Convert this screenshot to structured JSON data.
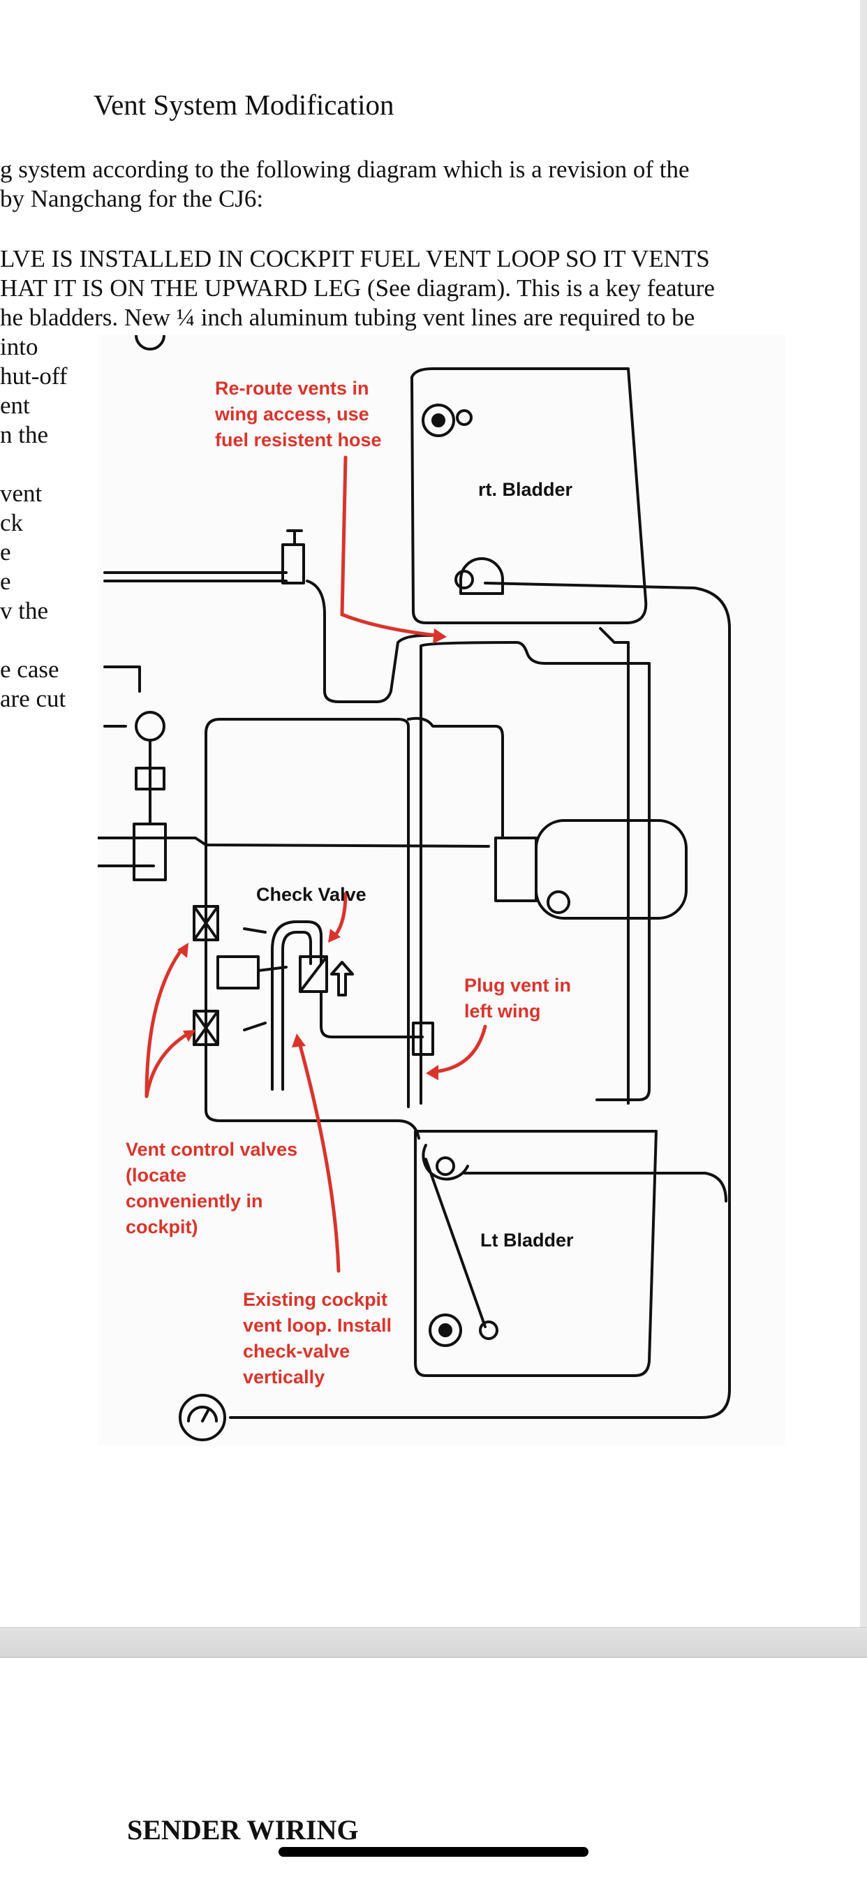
{
  "document": {
    "title": "Vent System Modification",
    "intro_lines": [
      "g system according to the following diagram which is a revision of the",
      "by Nangchang for the CJ6:"
    ],
    "caps_lines": [
      "LVE IS INSTALLED IN COCKPIT FUEL VENT LOOP SO IT VENTS",
      "HAT IT IS ON THE UPWARD LEG (See diagram).  This is a key feature",
      "he bladders.  New ¼ inch aluminum tubing vent lines are required to be"
    ],
    "left_fragments": [
      "into",
      "hut-off",
      "ent",
      "n the",
      "",
      "vent",
      "ck",
      "e",
      "e",
      "v the",
      "",
      "e case",
      "are cut"
    ],
    "next_heading": "SENDER WIRING"
  },
  "diagram": {
    "labels": {
      "reroute": [
        "Re-route vents in",
        "wing access, use",
        "fuel resistent hose"
      ],
      "rt_bladder": "rt. Bladder",
      "check_valve": "Check Valve",
      "plug_vent": [
        "Plug vent in",
        "left wing"
      ],
      "vent_control": [
        "Vent control valves",
        "(locate",
        "conveniently in",
        "cockpit)"
      ],
      "lt_bladder": "Lt Bladder",
      "existing": [
        "Existing cockpit",
        "vent loop. Install",
        "check-valve",
        "vertically"
      ]
    },
    "colors": {
      "annotation": "#d9342b",
      "line": "#111111"
    }
  }
}
